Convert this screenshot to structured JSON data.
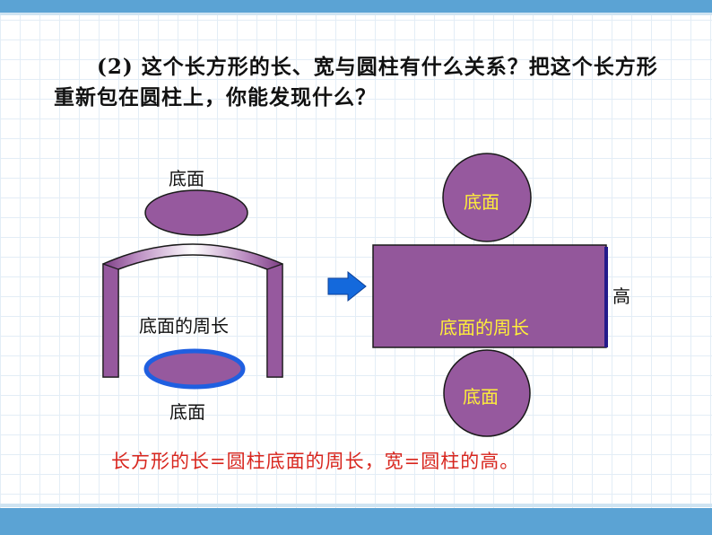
{
  "question": {
    "number": "(2)",
    "text": "这个长方形的长、宽与圆柱有什么关系？把这个长方形重新包在圆柱上，你能发现什么？"
  },
  "cylinder_figure": {
    "top_label": "底面",
    "middle_label": "底面的周长",
    "bottom_label": "底面"
  },
  "net_figure": {
    "top_circle_label": "底面",
    "rect_label": "底面的周长",
    "height_label": "高",
    "bottom_circle_label": "底面"
  },
  "conclusion": "长方形的长=圆柱底面的周长，宽=圆柱的高。",
  "colors": {
    "shape_fill": "#96599e",
    "rect_fill": "#93579b",
    "rect_border": "#241a8a",
    "arrow_fill": "#1469dc",
    "blue_bar": "#5ba3d4",
    "conclusion_text": "#d8261e",
    "label_yellow": "#ffef3a"
  }
}
